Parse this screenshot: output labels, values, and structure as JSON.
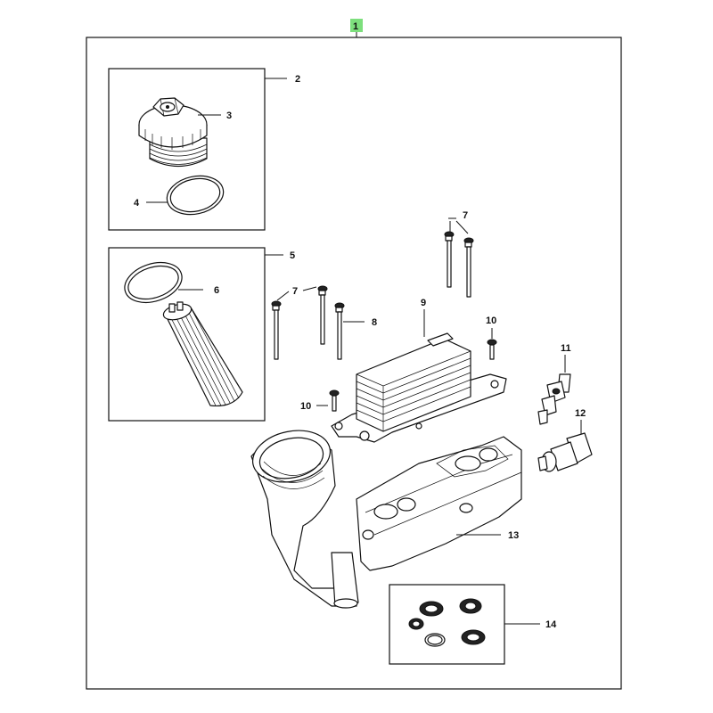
{
  "callouts": {
    "assembly": "1",
    "cap_group": "2",
    "filter_cap": "3",
    "cap_oring": "4",
    "filter_group": "5",
    "filter_element": "6",
    "bolt_a": "7",
    "bolt_b": "7",
    "bolt_long": "8",
    "cooler": "9",
    "screw_a": "10",
    "screw_b": "10",
    "sensor_temp": "11",
    "sensor_pressure": "12",
    "housing": "13",
    "seal_kit": "14"
  },
  "colors": {
    "highlight": "#7ddf7d",
    "line": "#111111",
    "background": "#ffffff"
  }
}
